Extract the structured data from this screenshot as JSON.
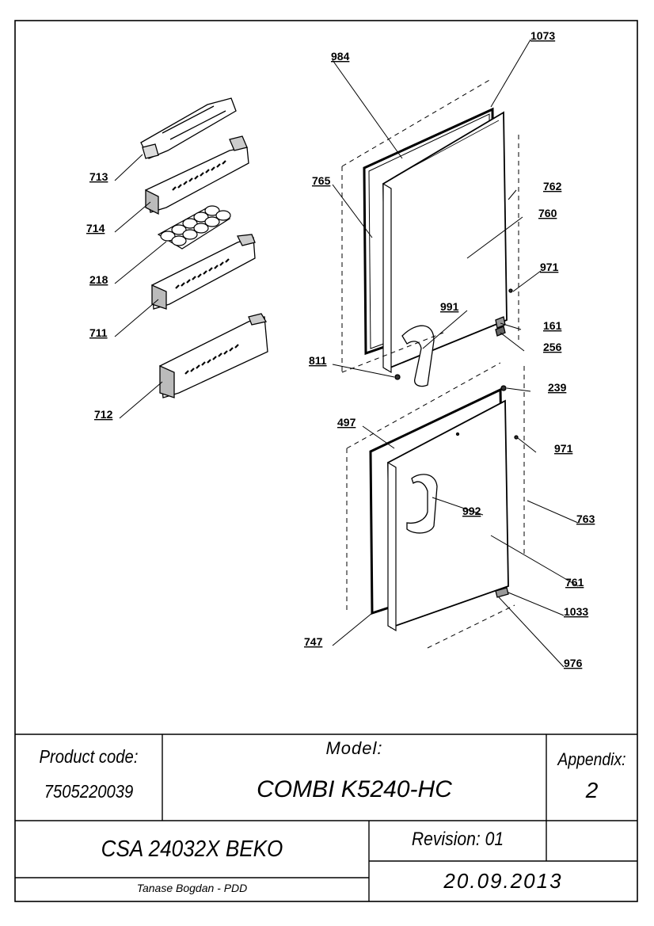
{
  "title_block": {
    "product_code_label": "Product code:",
    "product_code_value": "7505220039",
    "model_label": "Model:",
    "model_value": "COMBI K5240-HC",
    "appendix_label": "Appendix:",
    "appendix_value": "2",
    "model_code": "CSA 24032X BEKO",
    "revision": "Revision: 01",
    "author": "Tanase Bogdan - PDD",
    "date": "20.09.2013"
  },
  "part_labels": [
    {
      "id": "713",
      "text": "713"
    },
    {
      "id": "714",
      "text": "714"
    },
    {
      "id": "218",
      "text": "218"
    },
    {
      "id": "711",
      "text": "711"
    },
    {
      "id": "712",
      "text": "712"
    },
    {
      "id": "984",
      "text": "984"
    },
    {
      "id": "1073",
      "text": "1073"
    },
    {
      "id": "765",
      "text": "765"
    },
    {
      "id": "762",
      "text": "762"
    },
    {
      "id": "760",
      "text": "760"
    },
    {
      "id": "971a",
      "text": "971"
    },
    {
      "id": "991",
      "text": "991"
    },
    {
      "id": "161",
      "text": "161"
    },
    {
      "id": "256",
      "text": "256"
    },
    {
      "id": "811",
      "text": "811"
    },
    {
      "id": "239",
      "text": "239"
    },
    {
      "id": "497",
      "text": "497"
    },
    {
      "id": "971b",
      "text": "971"
    },
    {
      "id": "992",
      "text": "992"
    },
    {
      "id": "763",
      "text": "763"
    },
    {
      "id": "761",
      "text": "761"
    },
    {
      "id": "1033",
      "text": "1033"
    },
    {
      "id": "747",
      "text": "747"
    },
    {
      "id": "976",
      "text": "976"
    }
  ]
}
